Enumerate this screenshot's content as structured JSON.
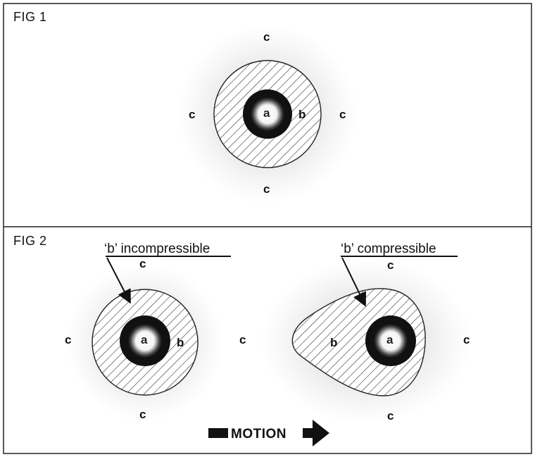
{
  "fig1": {
    "title": "FIG 1",
    "labels": {
      "c_top": "c",
      "c_left": "c",
      "c_right": "c",
      "c_bottom": "c",
      "a": "a",
      "b": "b"
    }
  },
  "fig2": {
    "title": "FIG 2",
    "left": {
      "callout": "‘b’ incompressible",
      "labels": {
        "c_top": "c",
        "c_left": "c",
        "c_right": "c",
        "c_bottom": "c",
        "a": "a",
        "b": "b"
      }
    },
    "right": {
      "callout": "‘b’ compressible",
      "labels": {
        "c_top": "c",
        "c_right": "c",
        "c_bottom": "c",
        "a": "a",
        "b": "b"
      }
    },
    "motion_label": "MOTION"
  }
}
